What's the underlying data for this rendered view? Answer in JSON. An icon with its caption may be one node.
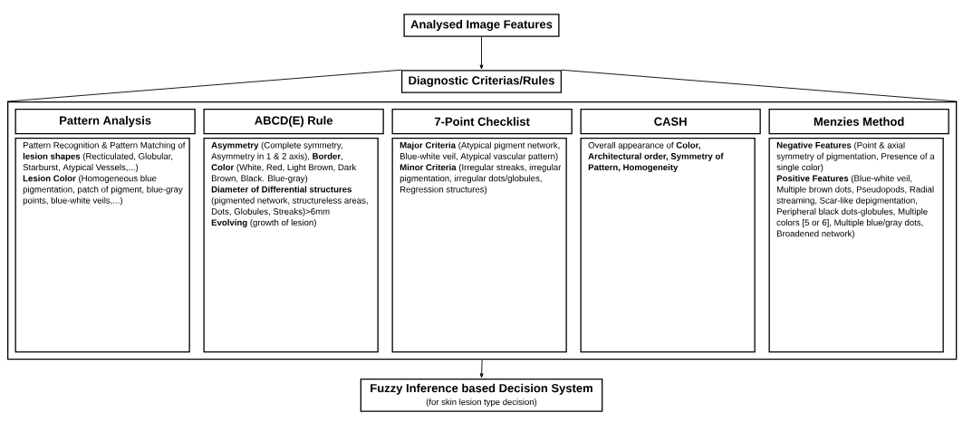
{
  "diagram": {
    "nodes": [
      {
        "text": [
          "Analysed Image Features"
        ]
      },
      {
        "text": [
          "Diagnostic Criterias/Rules"
        ]
      },
      {
        "text": [],
        "shape": "box"
      },
      {
        "text": [
          "Pattern Analysis"
        ],
        "in": 2
      },
      {
        "text": [
          "Pattern Recognition & Pattern Matching of **lesion shapes** (Recticulated, Globular, Starburst, Atypical Vessels,...)",
          "**Lesion Color** (Homogeneous blue pigmentation, patch of pigment, blue-gray points, blue-white veils,...)"
        ],
        "in": 2
      },
      {
        "text": [
          "ABCD(E) Rule"
        ],
        "in": 2
      },
      {
        "text": [
          "**Asymmetry** (Complete symmetry, Asymmetry in 1 & 2 axis), **Border**,",
          "**Color** (White, Red, Light Brown, Dark Brown, Black. Blue-gray)",
          "**Diameter of Differential structures** (pigmented network, structureless areas, Dots, Globules, Streaks)>6mm",
          "**Evolving** (growth of lesion)"
        ],
        "in": 2
      },
      {
        "text": [
          "7-Point Checklist"
        ],
        "in": 2
      },
      {
        "text": [
          "**Major Criteria** (Atypical pigment network, Blue-white veil, Atypical vascular pattern)",
          "**Minor Criteria** (Irregular streaks, irregular pigmentation, irregular dots/globules, Regression structures)"
        ],
        "in": 2
      },
      {
        "text": [
          "CASH"
        ],
        "in": 2
      },
      {
        "text": [
          "Overall appearance of **Color, Architectural order, Symmetry of Pattern, Homogeneity**"
        ],
        "in": 2
      },
      {
        "text": [
          "Menzies Method"
        ],
        "in": 2
      },
      {
        "text": [
          "**Negative Features** (Point & axial symmetry of pigmentation, Presence of a single color)",
          "**Positive Features** (Blue-white veil, Multiple brown dots, Pseudopods, Radial streaming, Scar-like depigmentation, Peripheral black dots-globules, Multiple colors [5 or 6], Multiple blue/gray dots, Broadened network)"
        ],
        "in": 2
      },
      {
        "text": [
          "Fuzzy Inference based Decision System",
          "(for skin lesion type decision)"
        ]
      }
    ],
    "edges": [
      {
        "from": 0,
        "to": 1,
        "arrow": "to"
      },
      {
        "from": 1,
        "to": 2,
        "arrow": "none"
      },
      {
        "from": 1,
        "to": 2,
        "arrow": "none"
      },
      {
        "from": 2,
        "to": 13,
        "arrow": "to"
      }
    ]
  }
}
